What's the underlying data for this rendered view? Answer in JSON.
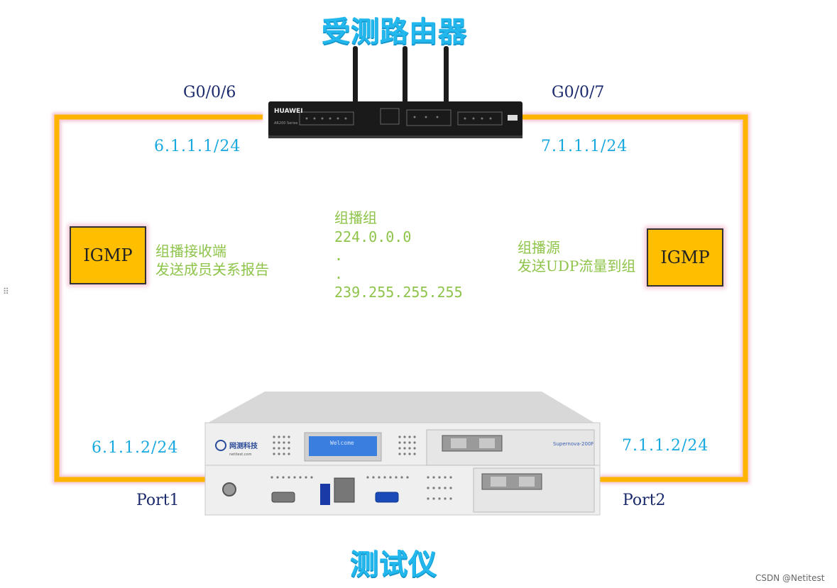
{
  "diagram": {
    "router_title": "受测路由器",
    "tester_title": "测试仪",
    "router_ports": {
      "left_port": "G0/0/6",
      "right_port": "G0/0/7",
      "left_ip": "6.1.1.1/24",
      "right_ip": "7.1.1.1/24"
    },
    "tester_ports": {
      "left_ip": "6.1.1.2/24",
      "right_ip": "7.1.1.2/24",
      "left_port": "Port1",
      "right_port": "Port2"
    },
    "left_igmp": {
      "box_label": "IGMP",
      "line1": "组播接收端",
      "line2": "发送成员关系报告"
    },
    "right_igmp": {
      "box_label": "IGMP",
      "line1": "组播源",
      "line2": "发送UDP流量到组"
    },
    "multicast_group": {
      "heading": "组播组",
      "start": "224.0.0.0",
      "dot1": ".",
      "dot2": ".",
      "end": "239.255.255.255"
    },
    "router_device": {
      "brand": "HUAWEI",
      "series": "AR200 Series"
    },
    "tester_device": {
      "lcd_text": "Welcome",
      "brand_cn": "网测科技",
      "brand_url": "netitest.com",
      "model": "Supernova-200F"
    },
    "watermark": "CSDN @Netitest",
    "side_handle": "⠿"
  },
  "colors": {
    "cable": "#ffb400",
    "cable_glow": "#f3c9d8",
    "title_blue": "#22b8ee",
    "ip_blue": "#18a8e0",
    "green_text": "#8ec44a",
    "igmp_fill": "#ffbe00"
  }
}
